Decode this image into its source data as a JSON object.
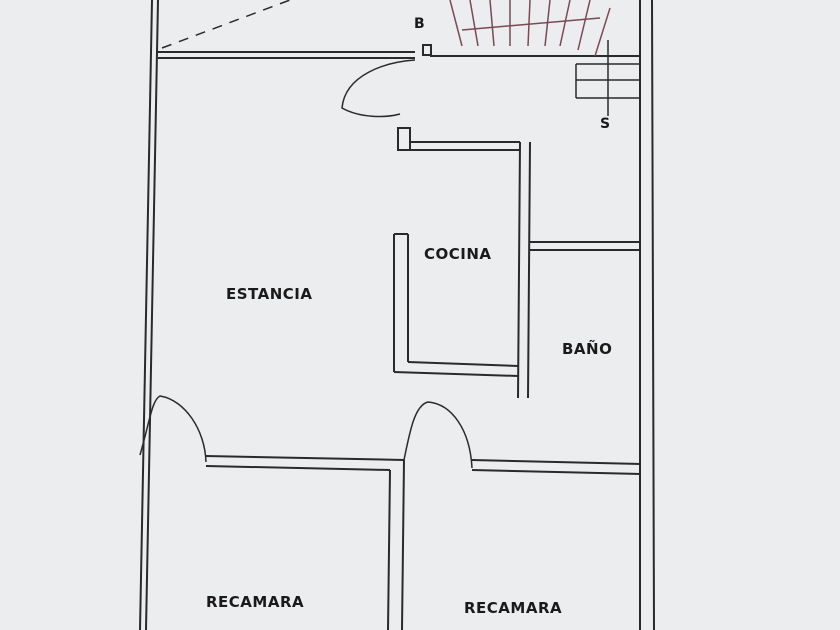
{
  "floor_plan": {
    "rooms": {
      "estancia": "ESTANCIA",
      "cocina": "COCINA",
      "bano": "BAÑO",
      "recamara_left": "RECAMARA",
      "recamara_right": "RECAMARA"
    },
    "stair_marks": {
      "down": "B",
      "up": "S"
    }
  },
  "colors": {
    "paper": "#e9eaec",
    "wall": "#2a2a2a",
    "stairs": "#7a4a52"
  }
}
